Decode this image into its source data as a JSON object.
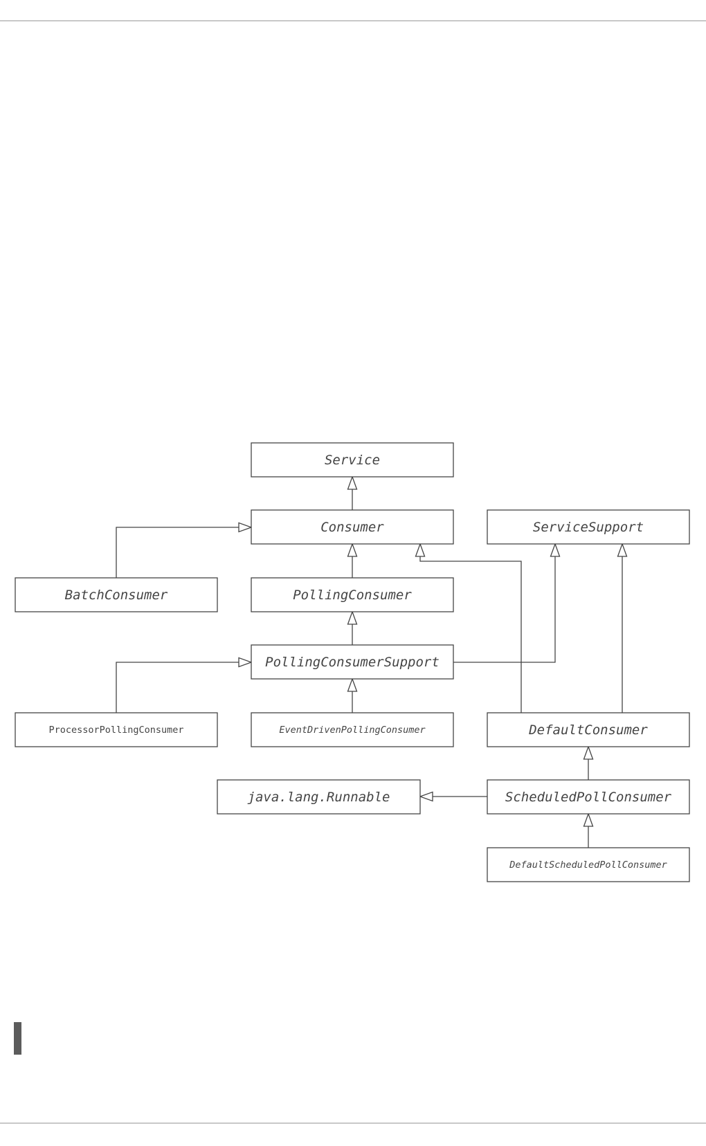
{
  "diagram": {
    "nodes": [
      {
        "id": "service",
        "label": "Service",
        "italic": true
      },
      {
        "id": "consumer",
        "label": "Consumer",
        "italic": true
      },
      {
        "id": "service_support",
        "label": "ServiceSupport",
        "italic": true
      },
      {
        "id": "batch_consumer",
        "label": "BatchConsumer",
        "italic": true
      },
      {
        "id": "polling_consumer",
        "label": "PollingConsumer",
        "italic": true
      },
      {
        "id": "polling_consumer_support",
        "label": "PollingConsumerSupport",
        "italic": true
      },
      {
        "id": "processor_polling_consumer",
        "label": "ProcessorPollingConsumer",
        "italic": false
      },
      {
        "id": "event_driven_polling_consumer",
        "label": "EventDrivenPollingConsumer",
        "italic": true
      },
      {
        "id": "default_consumer",
        "label": "DefaultConsumer",
        "italic": true
      },
      {
        "id": "runnable",
        "label": "java.lang.Runnable",
        "italic": true
      },
      {
        "id": "scheduled_poll_consumer",
        "label": "ScheduledPollConsumer",
        "italic": true
      },
      {
        "id": "default_scheduled_poll_consumer",
        "label": "DefaultScheduledPollConsumer",
        "italic": true
      }
    ],
    "edges": [
      {
        "from": "consumer",
        "to": "service",
        "type": "generalization"
      },
      {
        "from": "batch_consumer",
        "to": "consumer",
        "type": "generalization"
      },
      {
        "from": "polling_consumer",
        "to": "consumer",
        "type": "generalization"
      },
      {
        "from": "default_consumer",
        "to": "consumer",
        "type": "generalization"
      },
      {
        "from": "polling_consumer_support",
        "to": "polling_consumer",
        "type": "generalization"
      },
      {
        "from": "polling_consumer_support",
        "to": "service_support",
        "type": "generalization"
      },
      {
        "from": "default_consumer",
        "to": "service_support",
        "type": "generalization"
      },
      {
        "from": "processor_polling_consumer",
        "to": "polling_consumer_support",
        "type": "generalization"
      },
      {
        "from": "event_driven_polling_consumer",
        "to": "polling_consumer_support",
        "type": "generalization"
      },
      {
        "from": "scheduled_poll_consumer",
        "to": "default_consumer",
        "type": "generalization"
      },
      {
        "from": "scheduled_poll_consumer",
        "to": "runnable",
        "type": "generalization"
      },
      {
        "from": "default_scheduled_poll_consumer",
        "to": "scheduled_poll_consumer",
        "type": "generalization"
      }
    ]
  },
  "colors": {
    "line": "#444444",
    "text": "#444444",
    "rule": "#c8c8c8",
    "margin_bar": "#5c5c5c"
  }
}
